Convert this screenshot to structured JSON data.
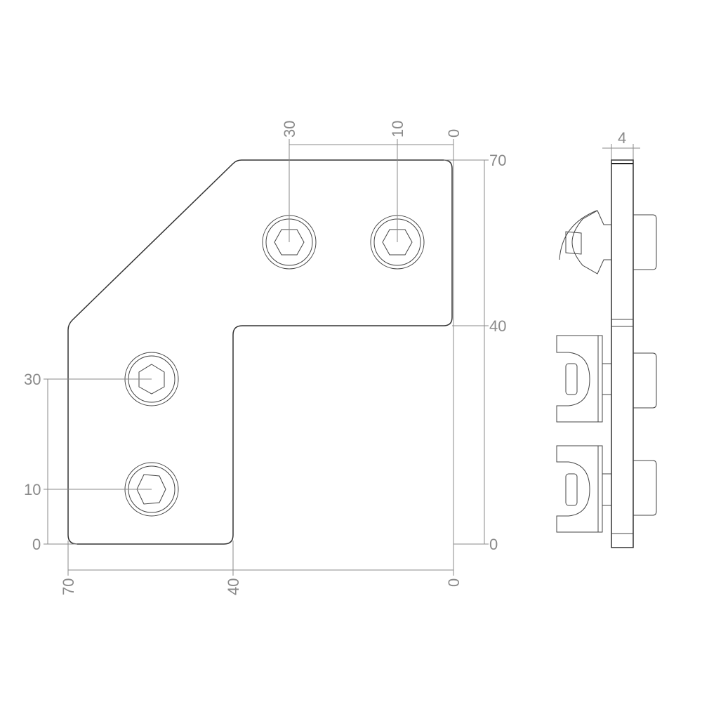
{
  "top_view": {
    "top_dims": [
      "30",
      "10",
      "0"
    ],
    "right_dims": [
      "70",
      "40",
      "0"
    ],
    "left_dims": [
      "30",
      "10",
      "0"
    ],
    "bottom_dims": [
      "70",
      "40",
      "0"
    ]
  },
  "side_view": {
    "thickness_dim": "4"
  },
  "colors": {
    "outline": "#333333",
    "dimension": "#8a8a8a"
  }
}
